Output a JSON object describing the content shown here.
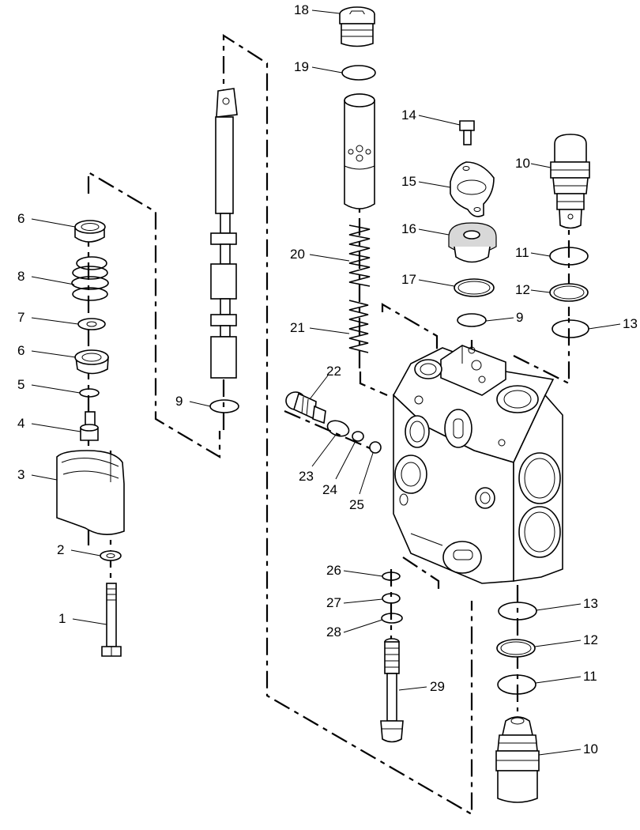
{
  "callouts": {
    "c1": "1",
    "c2": "2",
    "c3": "3",
    "c4": "4",
    "c5": "5",
    "c6a": "6",
    "c6b": "6",
    "c7": "7",
    "c8": "8",
    "c9a": "9",
    "c9b": "9",
    "c10a": "10",
    "c10b": "10",
    "c11a": "11",
    "c11b": "11",
    "c12a": "12",
    "c12b": "12",
    "c13a": "13",
    "c13b": "13",
    "c14": "14",
    "c15": "15",
    "c16": "16",
    "c17": "17",
    "c18": "18",
    "c19": "19",
    "c20": "20",
    "c21": "21",
    "c22": "22",
    "c23": "23",
    "c24": "24",
    "c25": "25",
    "c26": "26",
    "c27": "27",
    "c28": "28",
    "c29": "29"
  }
}
